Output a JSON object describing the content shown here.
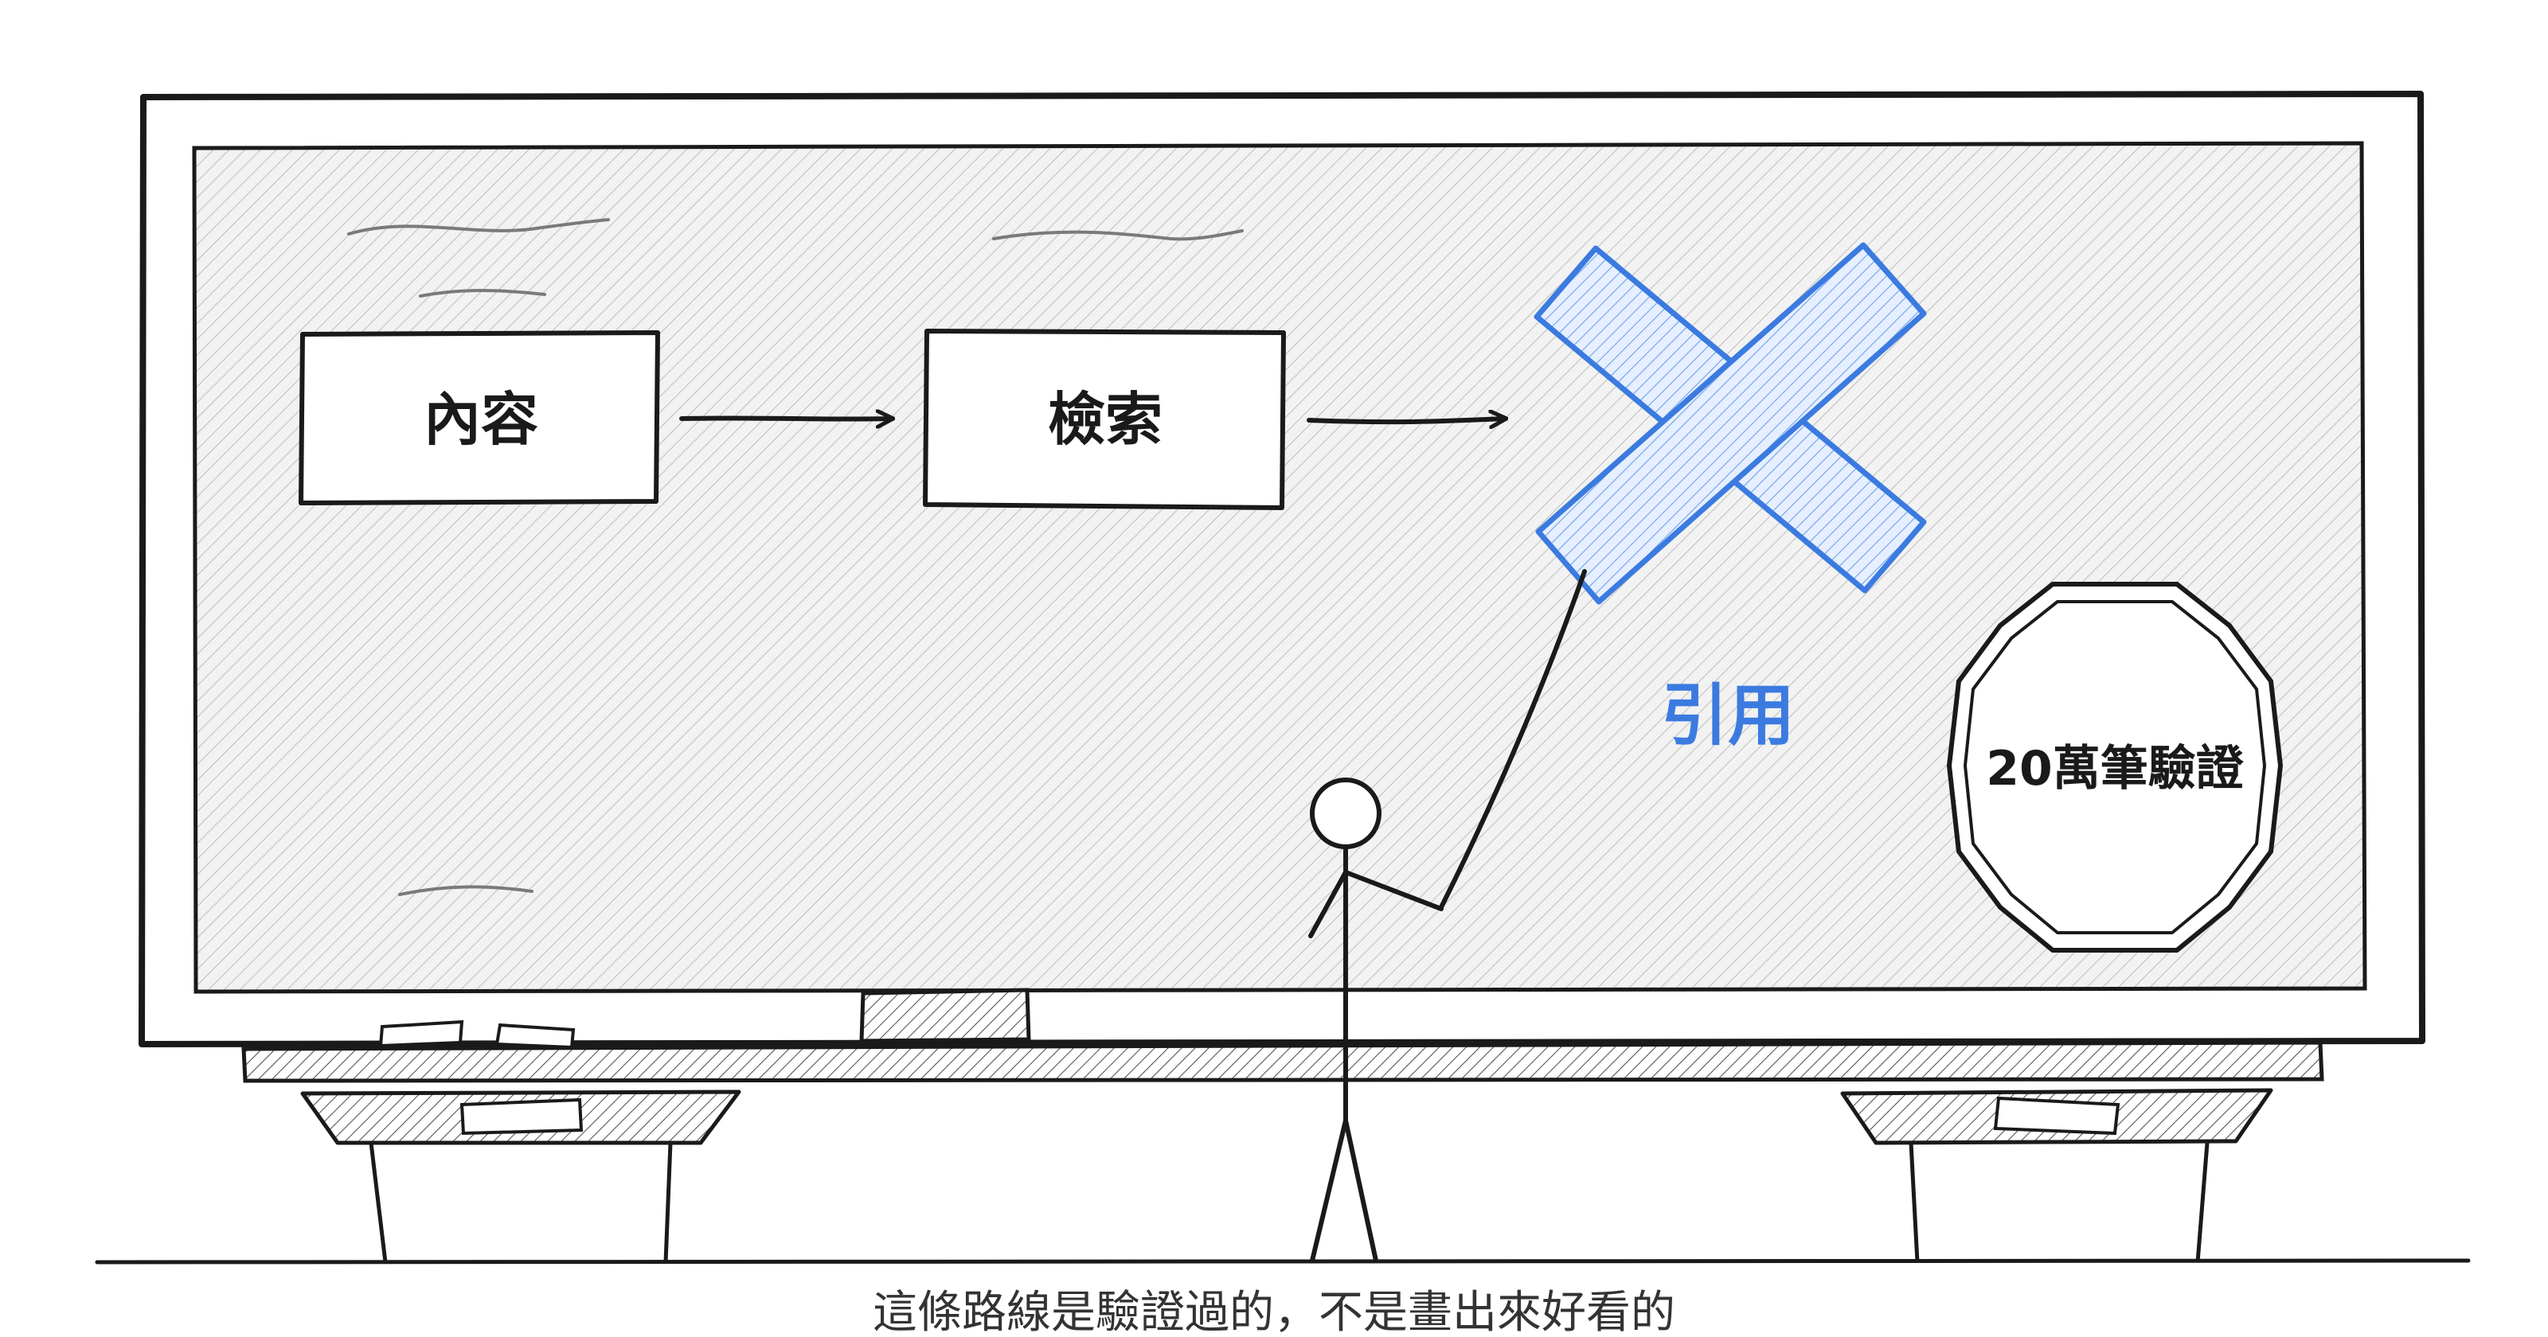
{
  "diagram": {
    "flow_steps": [
      "內容",
      "檢索"
    ],
    "crossed_label": "引用",
    "badge_text": "20萬筆驗證",
    "caption": "這條路線是驗證過的，不是畫出來好看的"
  },
  "colors": {
    "ink": "#1a1a1a",
    "accent_blue": "#3b7be0",
    "board_fill": "#ededed",
    "scribble_gray": "#7a7a7a"
  },
  "icons": {
    "cross": "x-mark-icon",
    "badge": "octagon-badge-icon",
    "figure": "stick-figure-icon"
  }
}
